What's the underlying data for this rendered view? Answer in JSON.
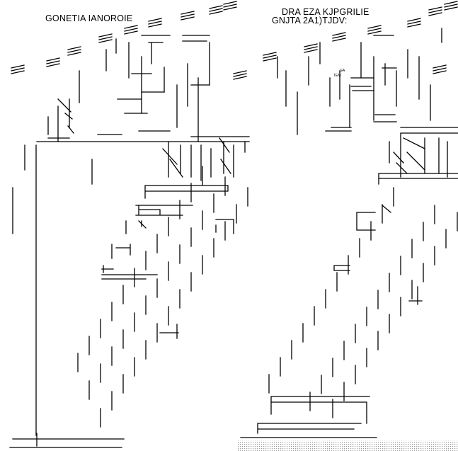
{
  "labels": {
    "left_title": "GONETIA IANOROIE",
    "right_title_line1": "DRA EZA KJPGRILIE",
    "right_title_line2": "GNJTA 2A1)TJDV:",
    "tag_line1": "GA",
    "tag_line2": "TEM"
  },
  "colors": {
    "ink": "#000000",
    "paper": "#ffffff",
    "fill_pattern": "#bdbdbd"
  }
}
